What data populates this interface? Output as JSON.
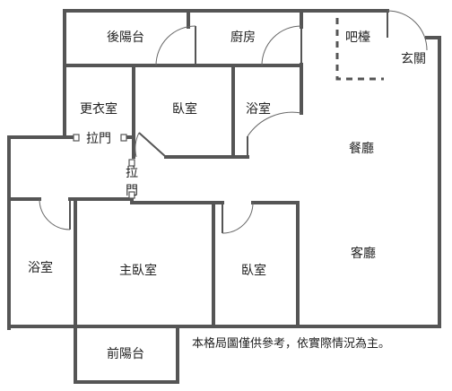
{
  "rooms": {
    "rear_balcony": "後陽台",
    "kitchen": "廚房",
    "bar_counter": "吧檯",
    "entrance": "玄關",
    "walk_in_closet": "更衣室",
    "bedroom_north": "臥室",
    "bathroom_north": "浴室",
    "dining_room": "餐廳",
    "living_room": "客廳",
    "bathroom_south": "浴室",
    "master_bedroom": "主臥室",
    "bedroom_south": "臥室",
    "front_balcony": "前陽台"
  },
  "sliding_doors": {
    "closet_door": "拉門",
    "hall_door": "拉\n門"
  },
  "disclaimer": "本格局圖僅供參考，依實際情況為主。",
  "colors": {
    "wall": "#555555",
    "text": "#222222",
    "background": "#ffffff"
  }
}
